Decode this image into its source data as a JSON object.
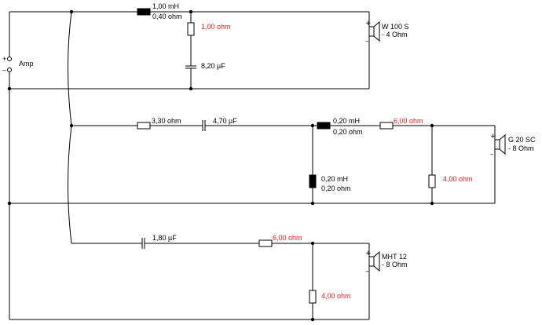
{
  "source": {
    "label": "Amp",
    "plus": "+",
    "minus": "–"
  },
  "woofer_branch": {
    "series_inductor": {
      "value1": "1,00 mH",
      "value2": "0,40 ohm"
    },
    "shunt_resistor": "1,00 ohm",
    "shunt_capacitor": "8,20 µF",
    "speaker": {
      "name": "W 100 S",
      "impedance": "- 4 Ohm"
    }
  },
  "mid_branch": {
    "series_resistor": "3,30 ohm",
    "series_capacitor": "4,70 µF",
    "series_inductor": {
      "value1": "0,20 mH",
      "value2": "0,20 ohm"
    },
    "shunt_inductor": {
      "value1": "0,20 mH",
      "value2": "0,20 ohm"
    },
    "series_resistor_2": "6,00 ohm",
    "shunt_resistor": "4,00 ohm",
    "speaker": {
      "name": "G 20 SC",
      "impedance": "- 8 Ohm"
    }
  },
  "tweeter_branch": {
    "series_capacitor": "1,80 µF",
    "series_resistor": "6,00 ohm",
    "shunt_resistor": "4,00 ohm",
    "speaker": {
      "name": "MHT 12",
      "impedance": "- 8 Ohm"
    }
  },
  "colors": {
    "wire": "#000000",
    "highlight_value": "#e0201c",
    "background": "#ffffff"
  }
}
